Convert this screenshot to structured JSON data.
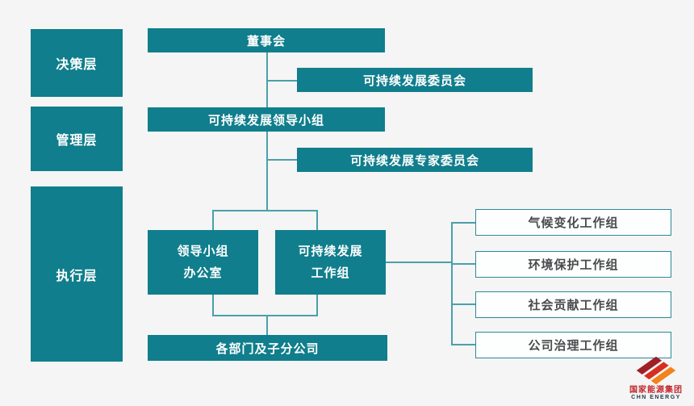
{
  "chart_data": {
    "type": "org-diagram",
    "title": "",
    "layers": [
      {
        "label": "决策层"
      },
      {
        "label": "管理层"
      },
      {
        "label": "执行层"
      }
    ],
    "nodes": {
      "board": "董事会",
      "sd_committee": "可持续发展委员会",
      "sd_leading_group": "可持续发展领导小组",
      "sd_expert_committee": "可持续发展专家委员会",
      "office_line1": "领导小组",
      "office_line2": "办公室",
      "working_group_line1": "可持续发展",
      "working_group_line2": "工作组",
      "departments": "各部门及子分公司",
      "work_groups": [
        "气候变化工作组",
        "环境保护工作组",
        "社会贡献工作组",
        "公司治理工作组"
      ]
    },
    "hierarchy": [
      {
        "from": "董事会",
        "to": [
          "可持续发展委员会",
          "可持续发展领导小组"
        ]
      },
      {
        "from": "可持续发展领导小组",
        "to": [
          "可持续发展专家委员会",
          "领导小组办公室",
          "可持续发展工作组"
        ]
      },
      {
        "from": "领导小组办公室/可持续发展工作组",
        "to": [
          "各部门及子分公司"
        ]
      },
      {
        "from": "可持续发展工作组",
        "to": [
          "气候变化工作组",
          "环境保护工作组",
          "社会贡献工作组",
          "公司治理工作组"
        ]
      }
    ],
    "colors": {
      "background": "#f4f5f4",
      "node_fill": "#107e8c",
      "connector": "#4aa0aa",
      "white_node_border": "#2d8a97",
      "white_node_text": "#4a4b4d"
    }
  },
  "logo": {
    "name_cn": "国家能源集团",
    "name_en": "CHN ENERGY",
    "red": "#c1272d",
    "orange": "#f3821a"
  }
}
